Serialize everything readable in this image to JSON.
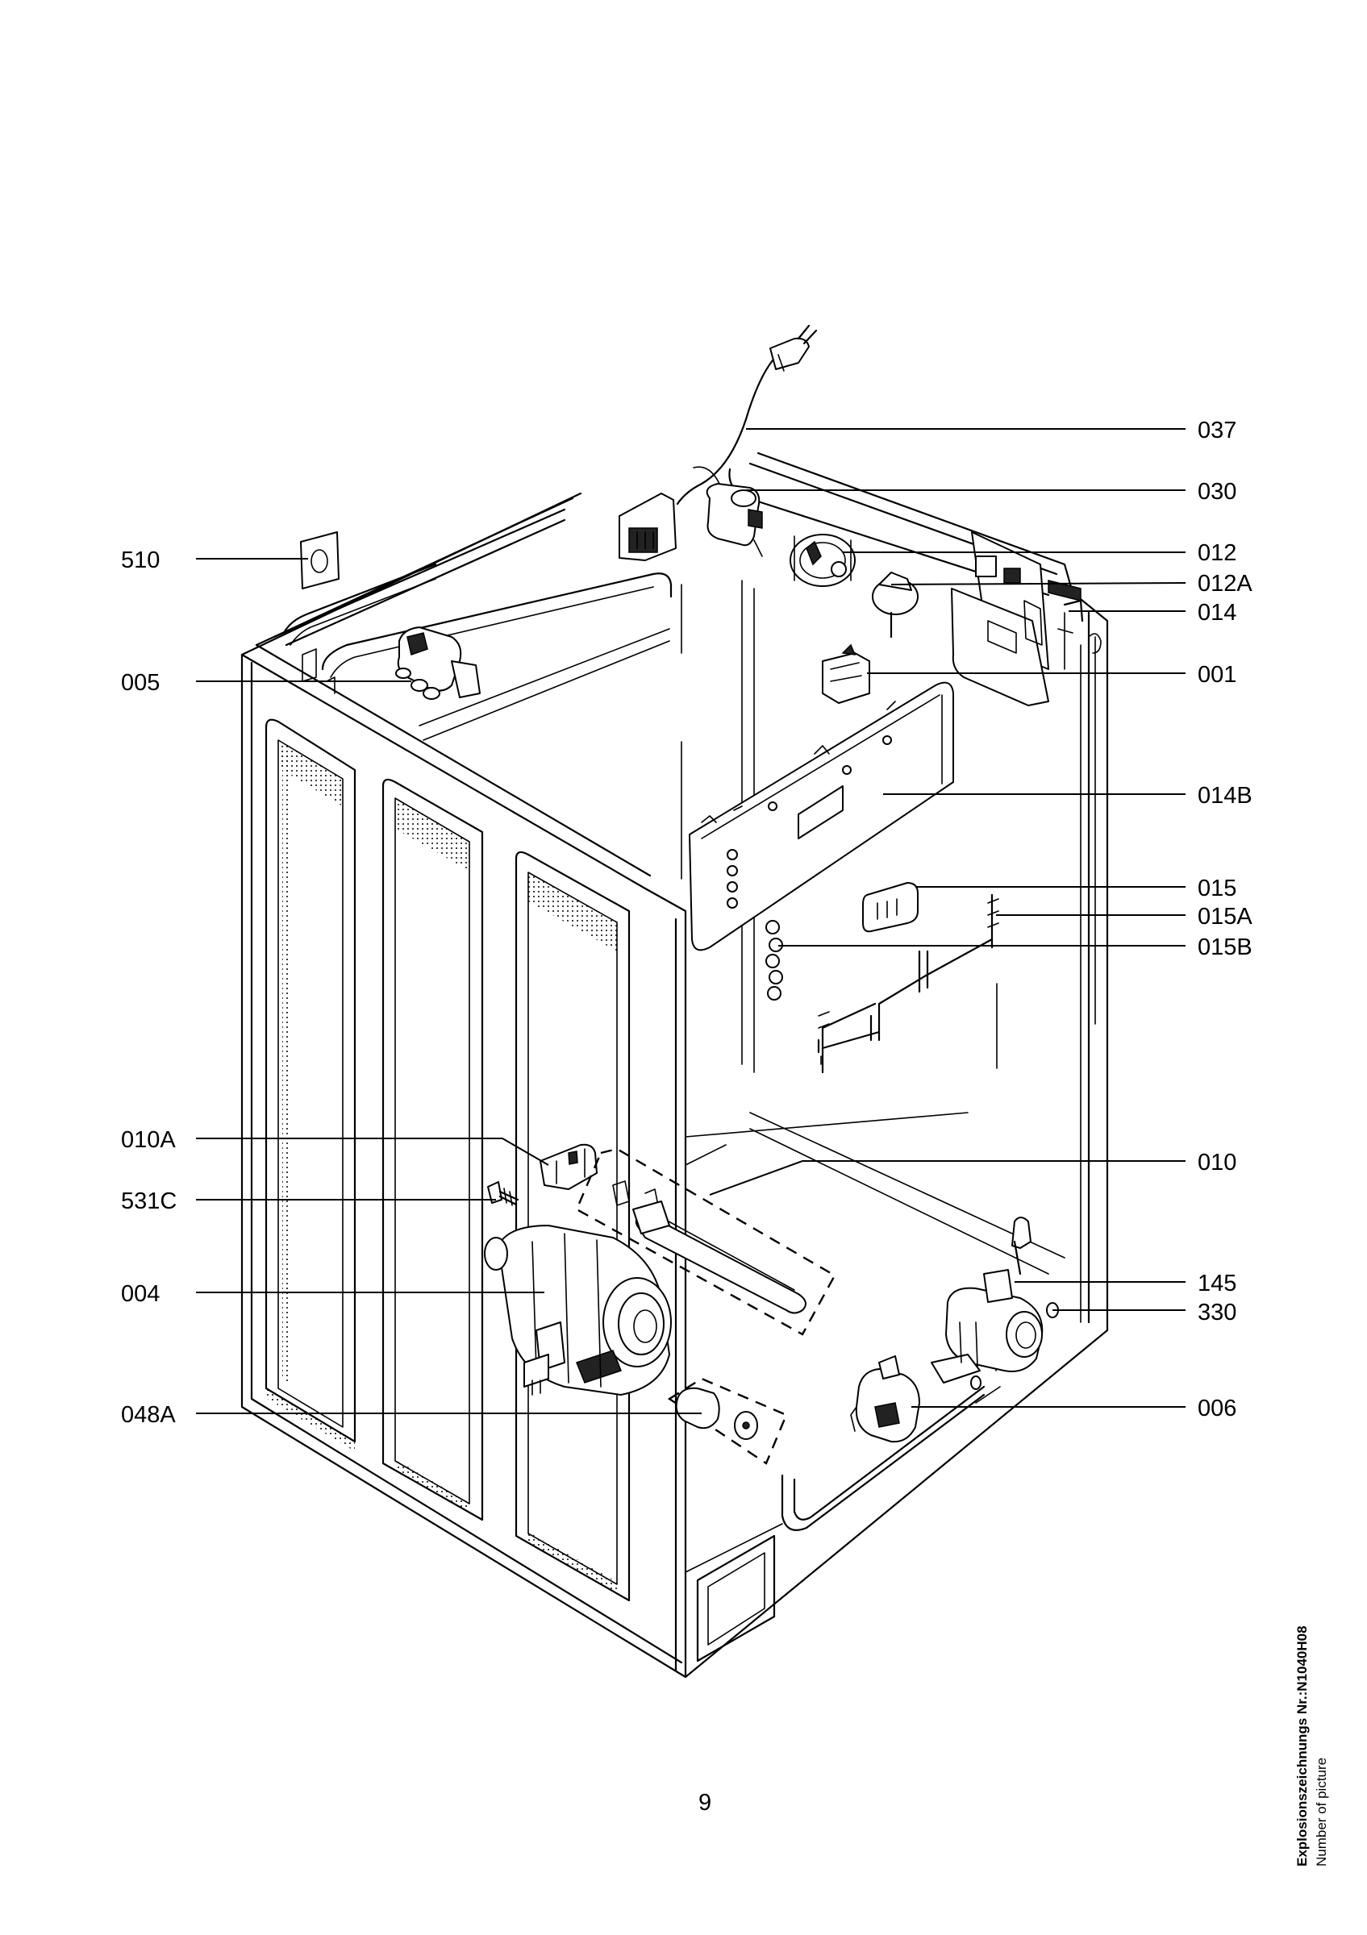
{
  "callouts": [
    {
      "id": "037",
      "label": "037",
      "side": "right"
    },
    {
      "id": "030",
      "label": "030",
      "side": "right"
    },
    {
      "id": "012",
      "label": "012",
      "side": "right"
    },
    {
      "id": "012A",
      "label": "012A",
      "side": "right"
    },
    {
      "id": "014",
      "label": "014",
      "side": "right"
    },
    {
      "id": "001",
      "label": "001",
      "side": "right"
    },
    {
      "id": "014B",
      "label": "014B",
      "side": "right"
    },
    {
      "id": "015",
      "label": "015",
      "side": "right"
    },
    {
      "id": "015A",
      "label": "015A",
      "side": "right"
    },
    {
      "id": "015B",
      "label": "015B",
      "side": "right"
    },
    {
      "id": "010",
      "label": "010",
      "side": "right"
    },
    {
      "id": "145",
      "label": "145",
      "side": "right"
    },
    {
      "id": "330",
      "label": "330",
      "side": "right"
    },
    {
      "id": "006",
      "label": "006",
      "side": "right"
    },
    {
      "id": "510",
      "label": "510",
      "side": "left"
    },
    {
      "id": "005",
      "label": "005",
      "side": "left"
    },
    {
      "id": "010A",
      "label": "010A",
      "side": "left"
    },
    {
      "id": "531C",
      "label": "531C",
      "side": "left"
    },
    {
      "id": "004",
      "label": "004",
      "side": "left"
    },
    {
      "id": "048A",
      "label": "048A",
      "side": "left"
    }
  ],
  "page_number": "9",
  "picture_number": {
    "title": "Explosionszeichnungs  Nr.:N1040H08",
    "subtitle": "Number of picture"
  }
}
